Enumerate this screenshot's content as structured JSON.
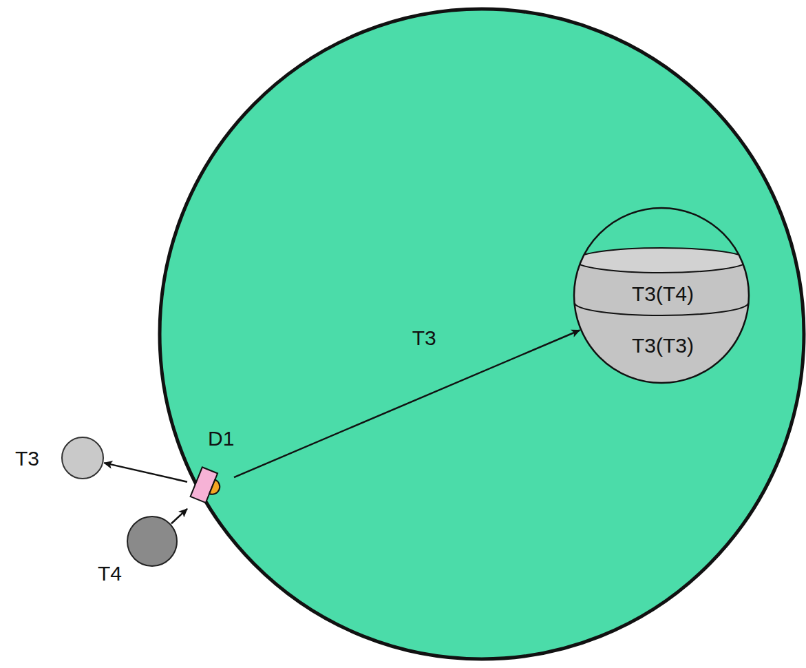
{
  "diagram": {
    "nodes": [
      {
        "text": [
          "D1"
        ]
      },
      {
        "text": [
          "T3(T4)",
          "T3(T3)"
        ]
      },
      {
        "text": [
          "T3"
        ]
      },
      {
        "text": [
          "T4"
        ]
      }
    ],
    "edges": [
      {
        "from": 3,
        "to": 0,
        "arrow": "to"
      },
      {
        "from": 0,
        "to": 2,
        "arrow": "to"
      },
      {
        "from": 0,
        "to": 1,
        "label": "T3",
        "arrow": "to"
      }
    ]
  }
}
